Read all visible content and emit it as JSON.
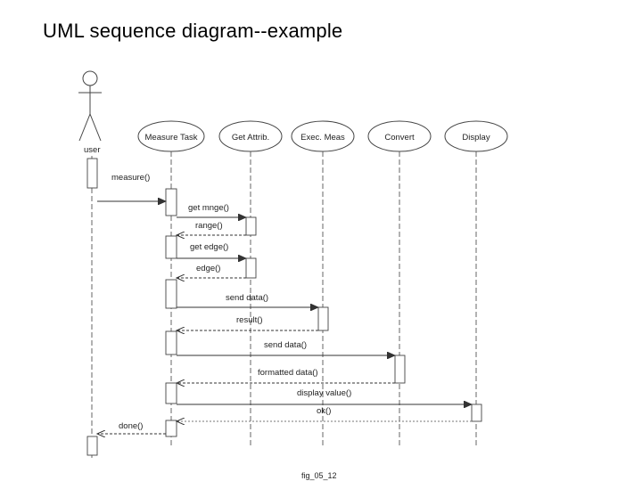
{
  "title": "UML sequence diagram--example",
  "caption": "fig_05_12",
  "actor": {
    "name": "user"
  },
  "objects": [
    {
      "key": "measure",
      "label": "Measure Task"
    },
    {
      "key": "attrib",
      "label": "Get Attrib."
    },
    {
      "key": "exec",
      "label": "Exec. Meas"
    },
    {
      "key": "convert",
      "label": "Convert"
    },
    {
      "key": "display",
      "label": "Display"
    }
  ],
  "messages": [
    {
      "label": "measure()",
      "from": "user",
      "to": "measure",
      "kind": "call"
    },
    {
      "label": "get mnge()",
      "from": "measure",
      "to": "attrib",
      "kind": "call"
    },
    {
      "label": "range()",
      "from": "attrib",
      "to": "measure",
      "kind": "return"
    },
    {
      "label": "get edge()",
      "from": "measure",
      "to": "attrib",
      "kind": "call"
    },
    {
      "label": "edge()",
      "from": "attrib",
      "to": "measure",
      "kind": "return"
    },
    {
      "label": "send data()",
      "from": "measure",
      "to": "exec",
      "kind": "call"
    },
    {
      "label": "result()",
      "from": "exec",
      "to": "measure",
      "kind": "return"
    },
    {
      "label": "send data()",
      "from": "measure",
      "to": "convert",
      "kind": "call"
    },
    {
      "label": "formatted data()",
      "from": "convert",
      "to": "measure",
      "kind": "return"
    },
    {
      "label": "display value()",
      "from": "measure",
      "to": "display",
      "kind": "call"
    },
    {
      "label": "ok()",
      "from": "display",
      "to": "measure",
      "kind": "return"
    },
    {
      "label": "done()",
      "from": "measure",
      "to": "user",
      "kind": "return"
    }
  ]
}
